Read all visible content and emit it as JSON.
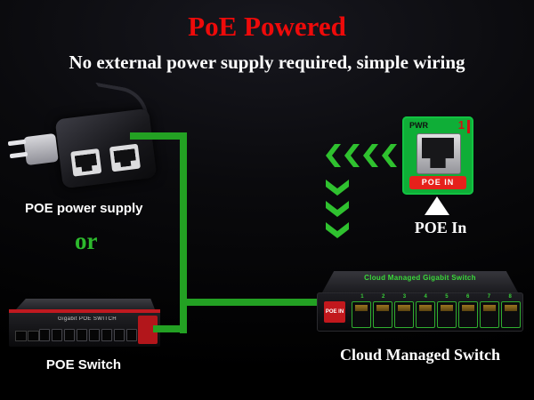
{
  "header": {
    "title": "PoE Powered",
    "subtitle": "No external power supply required, simple wiring"
  },
  "devices": {
    "power_supply_label": "POE power supply",
    "or_label": "or",
    "poe_switch_label": "POE Switch",
    "poe_switch_front_text": "Gigabit POE SWITCH",
    "cloud_switch_label": "Cloud Managed Switch",
    "cloud_switch_top_text": "Cloud Managed Gigabit Switch",
    "cloud_switch_poe_badge": "POE IN",
    "cloud_switch_port_numbers": [
      "1",
      "2",
      "3",
      "4",
      "5",
      "6",
      "7",
      "8"
    ]
  },
  "port_detail": {
    "pwr_label": "PWR",
    "port_number": "1",
    "poe_in_banner": "POE IN",
    "caption": "POE In"
  },
  "icons": {
    "left_arrows": "four green chevrons pointing left",
    "down_arrows": "three green chevrons pointing down",
    "up_arrow": "white solid triangle pointing up"
  },
  "colors": {
    "title_red": "#ee0a0a",
    "arrow_green": "#2fc12f",
    "cable_green": "#23a123",
    "port_detail_green": "#0fae37",
    "accent_red": "#e6211b",
    "background": "#000000"
  }
}
